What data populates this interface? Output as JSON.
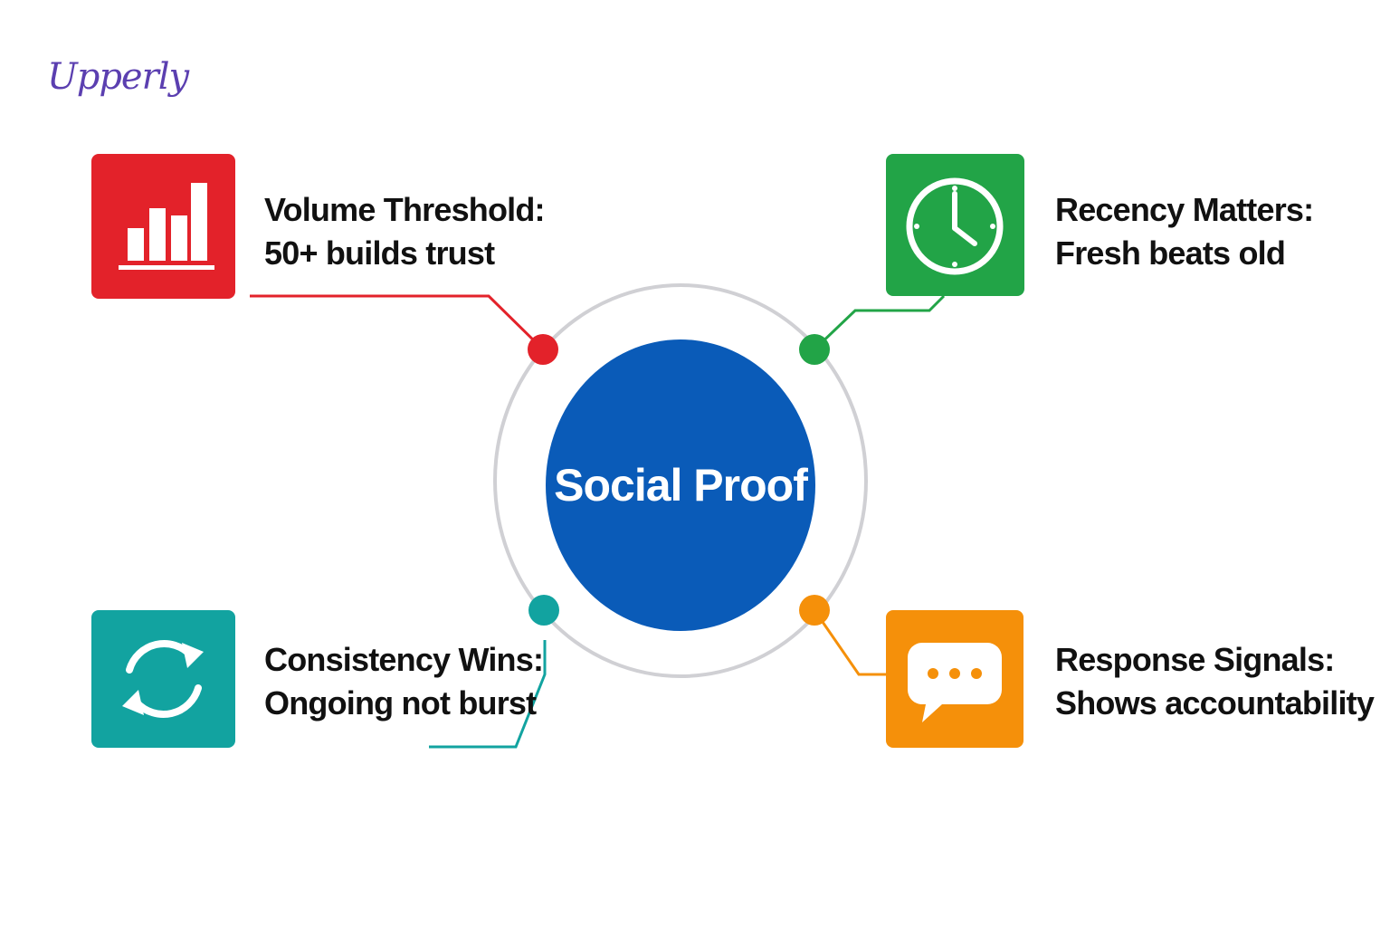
{
  "brand": {
    "logo_text": "Upperly",
    "logo_color": "#5b3fb0"
  },
  "center": {
    "title": "Social Proof",
    "fill_color": "#0a5bb8",
    "ring_color": "#d0d0d4"
  },
  "factors": [
    {
      "id": "volume",
      "heading": "Volume Threshold:",
      "detail": "50+ builds trust",
      "icon": "bar-chart-icon",
      "color": "#e3222a"
    },
    {
      "id": "recency",
      "heading": "Recency Matters:",
      "detail": "Fresh beats old",
      "icon": "clock-icon",
      "color": "#22a447"
    },
    {
      "id": "consistency",
      "heading": "Consistency Wins:",
      "detail": "Ongoing not burst",
      "icon": "refresh-icon",
      "color": "#12a3a0"
    },
    {
      "id": "response",
      "heading": "Response Signals:",
      "detail": "Shows accountability",
      "icon": "chat-bubble-icon",
      "color": "#f5900a"
    }
  ]
}
